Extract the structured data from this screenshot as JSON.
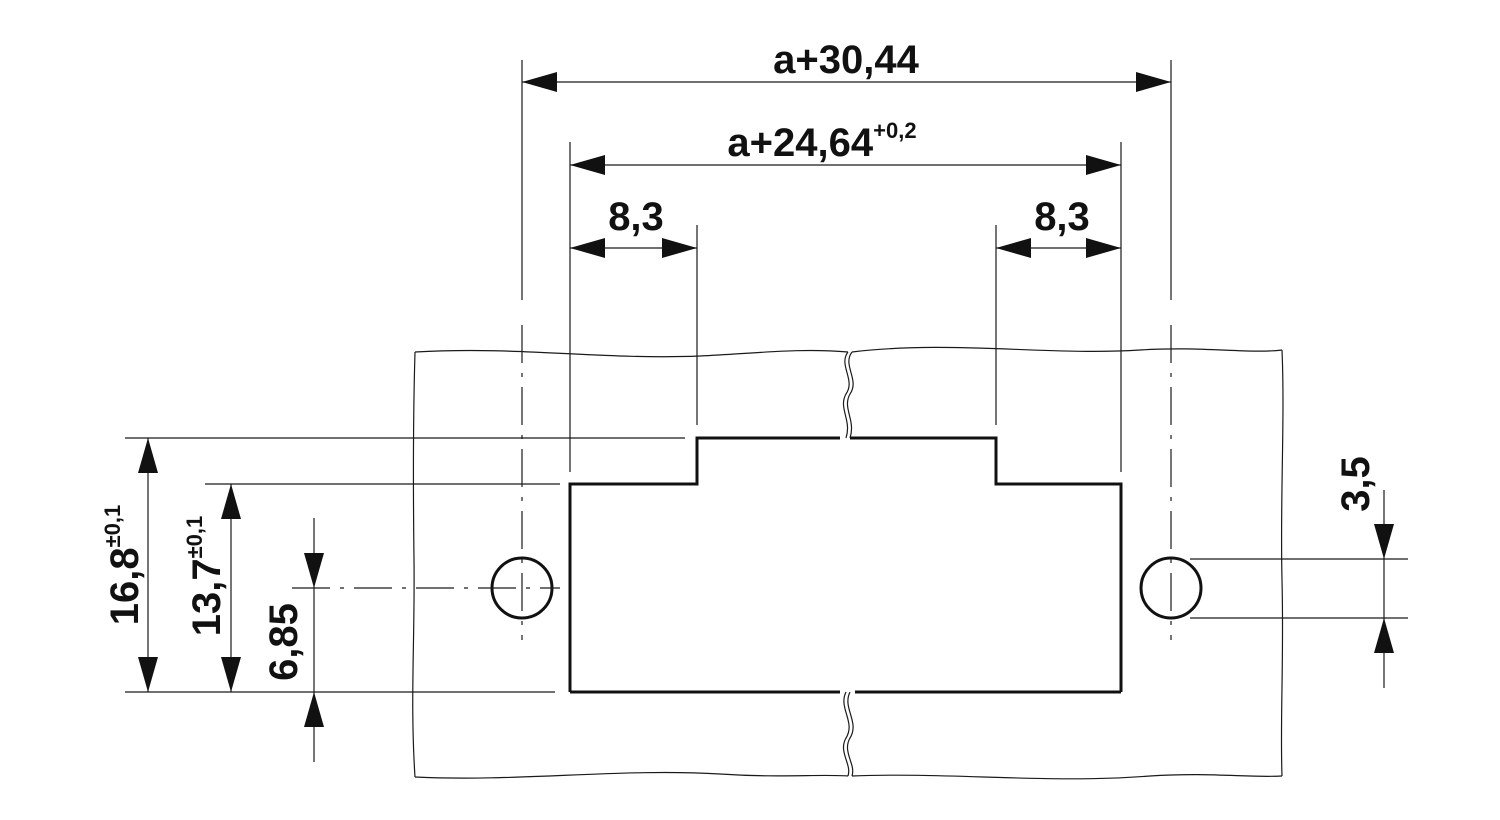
{
  "drawing": {
    "colors": {
      "line": "#1a1a1a",
      "outline": "#111111",
      "background": "#ffffff"
    },
    "dimensions": {
      "overall_width": {
        "text": "a+30,44",
        "tolerance": ""
      },
      "cutout_width": {
        "text": "a+24,64",
        "tolerance": "+0,2"
      },
      "left_step": {
        "text": "8,3",
        "tolerance": ""
      },
      "right_step": {
        "text": "8,3",
        "tolerance": ""
      },
      "total_height": {
        "text": "16,8",
        "tolerance": "±0,1"
      },
      "cutout_height": {
        "text": "13,7",
        "tolerance": "±0,1"
      },
      "hole_center_height": {
        "text": "6,85",
        "tolerance": ""
      },
      "hole_diameter": {
        "text": "3,5",
        "tolerance": ""
      }
    }
  }
}
